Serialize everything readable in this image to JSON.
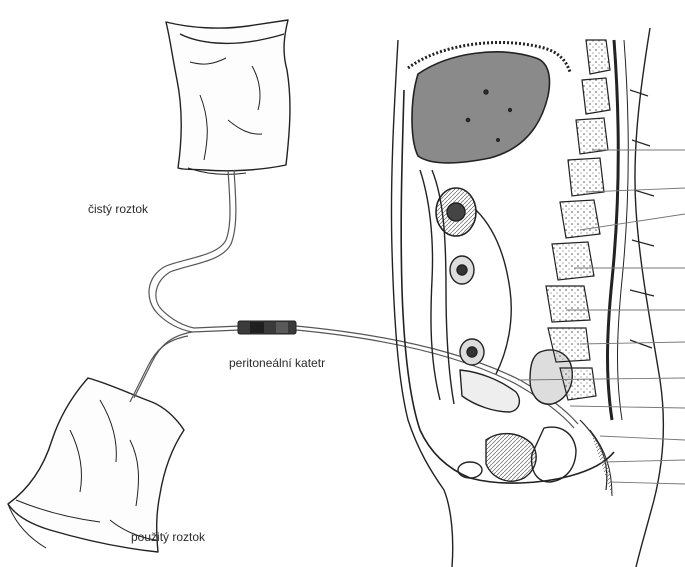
{
  "labels": {
    "clean_solution": "čistý roztok",
    "catheter": "peritoneální katetr",
    "used_solution": "použitý roztok"
  },
  "colors": {
    "outline": "#222222",
    "organ_fill": "#8a8a8a",
    "tube": "#555555",
    "catheter_band": "#3a3a3a"
  }
}
